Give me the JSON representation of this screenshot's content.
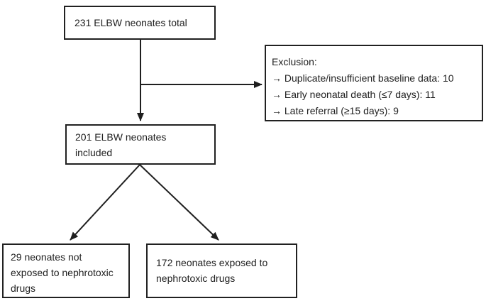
{
  "flowchart": {
    "colors": {
      "border": "#212121",
      "line": "#1f1f1f",
      "text": "#212121",
      "background": "#ffffff"
    },
    "boxes": {
      "total": {
        "lines": [
          "231 ELBW neonates total"
        ]
      },
      "exclusion": {
        "title": "Exclusion:",
        "items": [
          "→ Duplicate/insufficient baseline data: 10",
          "→ Early neonatal death (≤7 days): 11",
          "→ Late referral (≥15 days): 9"
        ]
      },
      "included": {
        "lines": [
          "201 ELBW neonates",
          "included"
        ]
      },
      "not_exposed": {
        "lines": [
          "29 neonates not",
          "exposed to nephrotoxic",
          "drugs"
        ]
      },
      "exposed": {
        "lines": [
          "172 neonates exposed to",
          "nephrotoxic drugs"
        ]
      }
    }
  }
}
